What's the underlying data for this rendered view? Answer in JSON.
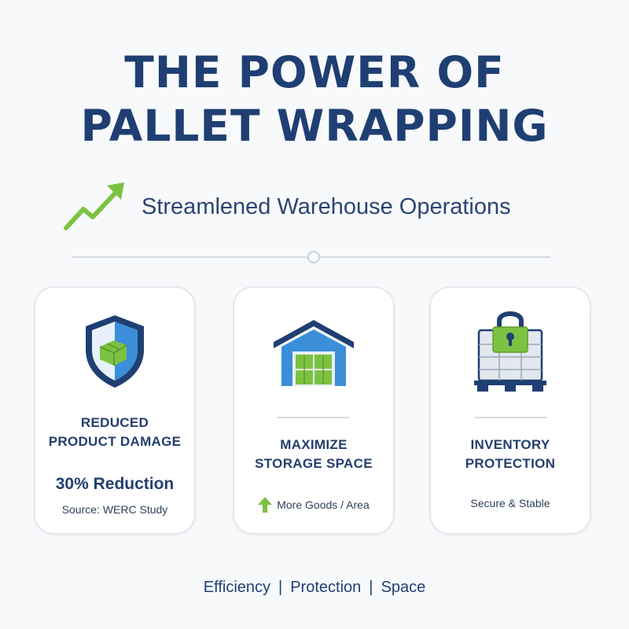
{
  "title": {
    "line1": "THE POWER OF",
    "line2": "PALLET WRAPPING"
  },
  "subtitle": "Streamlened Warehouse Operations",
  "cards": [
    {
      "icon": "shield-package-icon",
      "heading_line1": "REDUCED",
      "heading_line2": "PRODUCT DAMAGE",
      "stat": "30% Reduction",
      "source": "Source: WERC Study"
    },
    {
      "icon": "warehouse-icon",
      "heading_line1": "MAXIMIZE",
      "heading_line2": "STORAGE SPACE",
      "note_icon": "arrow-up-icon",
      "note": "More Goods / Area"
    },
    {
      "icon": "locked-pallet-icon",
      "heading_line1": "INVENTORY",
      "heading_line2": "PROTECTION",
      "note": "Secure & Stable"
    }
  ],
  "footer": {
    "item1": "Efficiency",
    "item2": "Protection",
    "item3": "Space",
    "separator": "|"
  },
  "colors": {
    "navy": "#1f3f73",
    "blue": "#3a8fd8",
    "green": "#7cc242",
    "background": "#f8f9fb"
  }
}
